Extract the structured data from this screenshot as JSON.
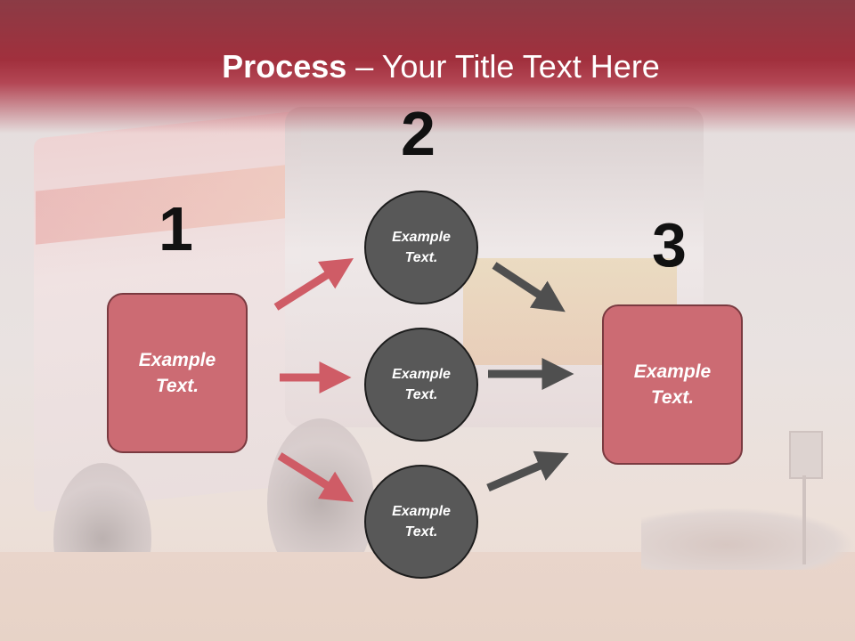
{
  "slide": {
    "title_bold": "Process",
    "title_rest": " – Your Title Text Here"
  },
  "steps": {
    "one": "1",
    "two": "2",
    "three": "3"
  },
  "left_box": {
    "text": "Example Text."
  },
  "right_box": {
    "text": "Example Text."
  },
  "circles": [
    {
      "text": "Example Text."
    },
    {
      "text": "Example Text."
    },
    {
      "text": "Example Text."
    }
  ],
  "colors": {
    "header": "#a1303d",
    "box_fill": "#cc6b73",
    "circle_fill": "#585858",
    "arrow_red": "#cf5c66",
    "arrow_gray": "#4f4f4f"
  }
}
